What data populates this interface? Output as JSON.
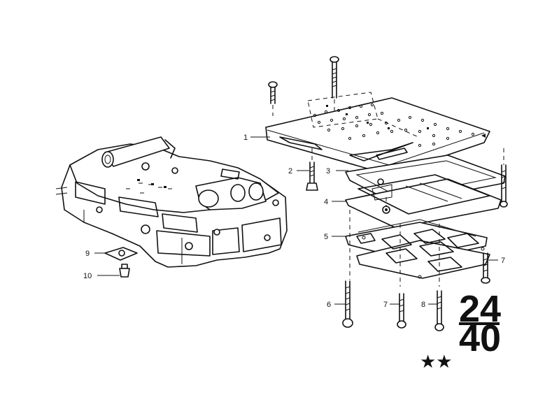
{
  "callouts": [
    {
      "id": "1",
      "label": "1"
    },
    {
      "id": "2",
      "label": "2"
    },
    {
      "id": "3",
      "label": "3"
    },
    {
      "id": "4",
      "label": "4"
    },
    {
      "id": "5",
      "label": "5"
    },
    {
      "id": "6",
      "label": "6"
    },
    {
      "id": "7a",
      "label": "7"
    },
    {
      "id": "7b",
      "label": "7"
    },
    {
      "id": "8",
      "label": "8"
    },
    {
      "id": "9",
      "label": "9"
    },
    {
      "id": "10",
      "label": "10"
    }
  ],
  "group_number": {
    "top": "24",
    "bottom": "40"
  },
  "stars": "★★"
}
